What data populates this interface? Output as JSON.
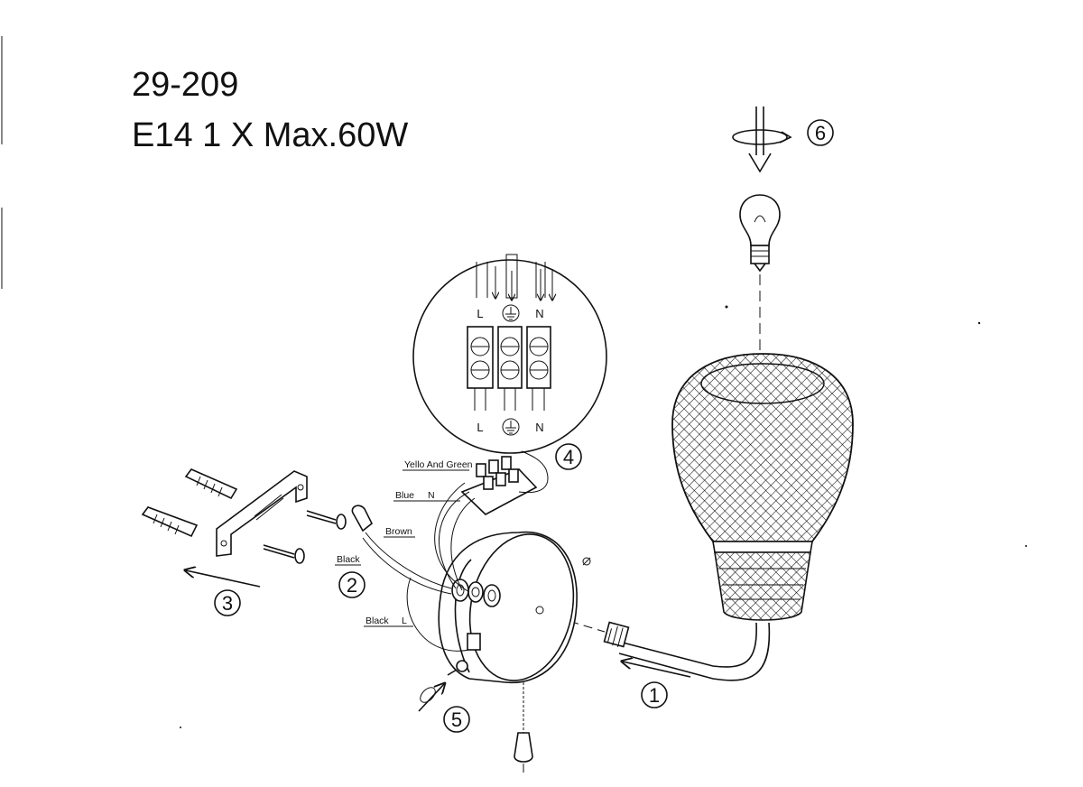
{
  "header": {
    "model": "29-209",
    "spec": "E14 1 X Max.60W"
  },
  "wires": {
    "earth": "Yello And Green",
    "blue": "Blue",
    "blue_n": "N",
    "brown": "Brown",
    "black_upper": "Black",
    "black_lower": "Black",
    "black_lower_l": "L"
  },
  "terminals": {
    "top": [
      "L",
      "N"
    ],
    "bottom": [
      "L",
      "N"
    ]
  },
  "steps": [
    "1",
    "2",
    "3",
    "4",
    "5",
    "6"
  ],
  "icons": {
    "earth": "earth-ground-icon",
    "rotate": "rotate-arrow-icon"
  }
}
